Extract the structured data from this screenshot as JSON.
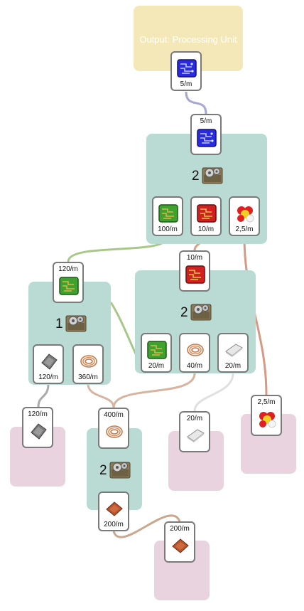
{
  "output": {
    "title": "Output: Processing Unit",
    "rate": "5/m"
  },
  "machines": [
    {
      "id": "m1",
      "count": "2",
      "input_rate": "5/m",
      "outputs": [
        {
          "item": "electronic-circuit",
          "rate": "100/m"
        },
        {
          "item": "advanced-circuit",
          "rate": "10/m"
        },
        {
          "item": "sulfuric-acid",
          "rate": "2,5/m"
        }
      ]
    },
    {
      "id": "m2",
      "count": "1",
      "input_rate": "120/m",
      "outputs": [
        {
          "item": "iron-plate",
          "rate": "120/m"
        },
        {
          "item": "copper-cable",
          "rate": "360/m"
        }
      ]
    },
    {
      "id": "m3",
      "count": "2",
      "input_rate": "10/m",
      "outputs": [
        {
          "item": "electronic-circuit",
          "rate": "20/m"
        },
        {
          "item": "copper-cable",
          "rate": "40/m"
        },
        {
          "item": "plastic-bar",
          "rate": "20/m"
        }
      ]
    },
    {
      "id": "m4",
      "count": "2",
      "input_rate": "400/m",
      "outputs": [
        {
          "item": "copper-plate",
          "rate": "200/m"
        }
      ]
    }
  ],
  "sources": [
    {
      "item": "iron-plate",
      "rate": "120/m"
    },
    {
      "item": "plastic-bar",
      "rate": "20/m"
    },
    {
      "item": "sulfuric-acid",
      "rate": "2,5/m"
    },
    {
      "item": "copper-plate",
      "rate": "200/m"
    }
  ],
  "colors": {
    "output_region": "#f5e8b8",
    "machine_region": "#b9dbd3",
    "source_region": "#e8d3de",
    "link_processing_unit": "#a6a6d2",
    "link_green_circuit": "#a8c88a",
    "link_red_circuit": "#d9a08a",
    "link_copper": "#d6b4a0",
    "link_acid": "#d49a86",
    "link_plastic": "#e0e0e0",
    "link_iron": "#aaaaaa",
    "link_copper_plate": "#c8a88e"
  }
}
